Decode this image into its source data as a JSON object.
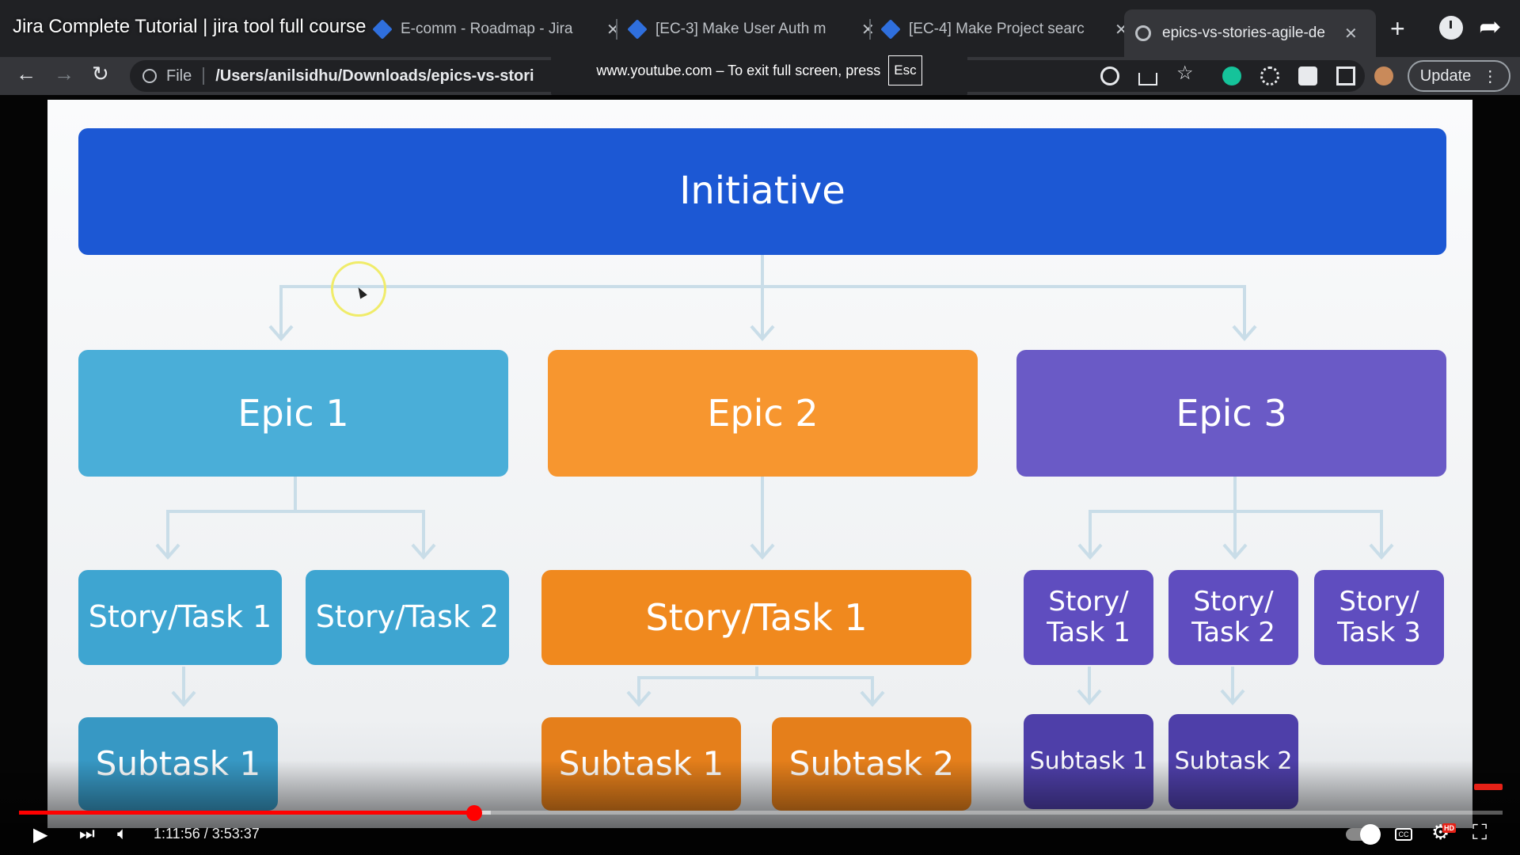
{
  "video": {
    "title": "Jira Complete Tutorial | jira tool full course",
    "time_display": "1:11:56 / 3:53:37",
    "progress_fraction": 0.307
  },
  "browser": {
    "tabs": [
      {
        "label": "E-comm - Roadmap - Jira",
        "icon": "jira-icon"
      },
      {
        "label": "[EC-3] Make User Auth m",
        "icon": "jira-icon"
      },
      {
        "label": "[EC-4] Make Project searc",
        "icon": "jira-icon"
      },
      {
        "label": "epics-vs-stories-agile-de",
        "icon": "globe-icon",
        "active": true
      }
    ],
    "close_glyph": "✕",
    "new_tab_glyph": "+",
    "omnibox": {
      "scheme_label": "File",
      "url": "/Users/anilsidhu/Downloads/epics-vs-stori"
    },
    "update_label": "Update"
  },
  "fullscreen_toast": {
    "message": "www.youtube.com – To exit full screen, press",
    "key": "Esc"
  },
  "diagram": {
    "initiative": "Initiative",
    "epics": [
      "Epic 1",
      "Epic 2",
      "Epic 3"
    ],
    "epic1": {
      "stories": [
        "Story/Task 1",
        "Story/Task 2"
      ],
      "subtasks": [
        "Subtask 1"
      ]
    },
    "epic2": {
      "stories": [
        "Story/Task 1"
      ],
      "subtasks": [
        "Subtask 1",
        "Subtask 2"
      ]
    },
    "epic3": {
      "stories": [
        {
          "line1": "Story/",
          "line2": "Task 1"
        },
        {
          "line1": "Story/",
          "line2": "Task 2"
        },
        {
          "line1": "Story/",
          "line2": "Task 3"
        }
      ],
      "subtasks": [
        "Subtask 1",
        "Subtask 2"
      ]
    },
    "colors": {
      "initiative": "#1c58d4",
      "epic1": "#4aaed8",
      "epic2": "#f7962f",
      "epic3": "#6a5ac6",
      "connector": "#c9dde8"
    }
  },
  "player": {
    "accent_color": "#ff0000",
    "icons": [
      "play-icon",
      "next-icon",
      "volume-icon",
      "autoplay-toggle",
      "captions-icon",
      "settings-icon",
      "exit-fullscreen-icon"
    ],
    "cc_label": "CC",
    "hd_label": "HD"
  }
}
